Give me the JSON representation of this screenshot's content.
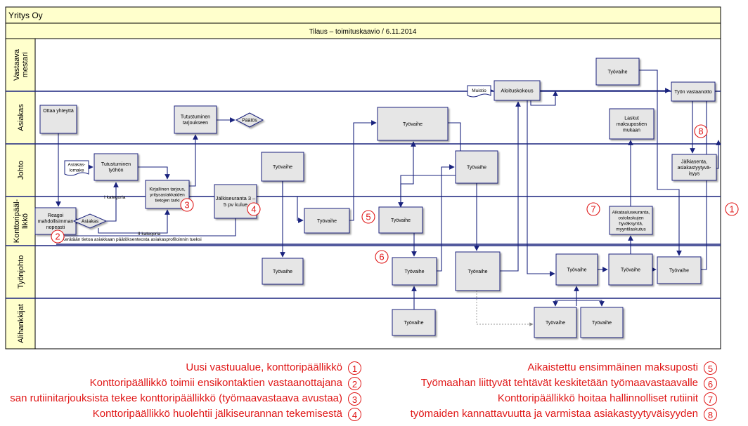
{
  "company": "Yritys Oy",
  "diagram_title": "Tilaus – toimituskaavio / 6.11.2014",
  "lanes": [
    {
      "id": "vastaava",
      "lines": [
        "Vastaava",
        "mestari"
      ]
    },
    {
      "id": "asiakas",
      "lines": [
        "Asiakas"
      ]
    },
    {
      "id": "johto",
      "lines": [
        "Johto"
      ]
    },
    {
      "id": "konttori",
      "lines": [
        "Konttoripääl-",
        "likkö"
      ]
    },
    {
      "id": "tyojohto",
      "lines": [
        "Työnjohto"
      ]
    },
    {
      "id": "alihankkijat",
      "lines": [
        "Alihankkijat"
      ]
    }
  ],
  "process_boxes": [
    {
      "id": "ottaa-yhteytta",
      "lines": [
        "Ottaa yhteyttä"
      ]
    },
    {
      "id": "tutustuminen-tyohon",
      "lines": [
        "Tutustuminen",
        "työhön"
      ]
    },
    {
      "id": "kirjallinen-tarjous",
      "lines": [
        "Kirjallinen tarjous,",
        "yritysasiakkaiden",
        "tietojen tarki"
      ]
    },
    {
      "id": "tutustuminen-tarjoukseen",
      "lines": [
        "Tutustuminen",
        "tarjoukseen"
      ]
    },
    {
      "id": "reagoi",
      "lines": [
        "Reagoi",
        "mahdollisimman",
        "nopeasti"
      ]
    },
    {
      "id": "jalkiseuranta",
      "lines": [
        "Jälkiseuranta 3 –",
        "5 pv kulue"
      ]
    },
    {
      "id": "tyovaihe-johto-1",
      "lines": [
        "Työvaihe"
      ]
    },
    {
      "id": "tyovaihe-tyojohto-1",
      "lines": [
        "Työvaihe"
      ]
    },
    {
      "id": "tyovaihe-konttori-1",
      "lines": [
        "Työvaihe"
      ]
    },
    {
      "id": "tyovaihe-asiakas-1",
      "lines": [
        "Työvaihe"
      ]
    },
    {
      "id": "tyovaihe-konttori-2",
      "lines": [
        "Työvaihe"
      ]
    },
    {
      "id": "tyovaihe-johto-2",
      "lines": [
        "Työvaihe"
      ]
    },
    {
      "id": "tyovaihe-tyojohto-2",
      "lines": [
        "Työvaihe"
      ]
    },
    {
      "id": "tyovaihe-alihank-1",
      "lines": [
        "Työvaihe"
      ]
    },
    {
      "id": "tyovaihe-tyojohto-3",
      "lines": [
        "Työvaihe"
      ]
    },
    {
      "id": "aloituskokous",
      "lines": [
        "Aloituskokous"
      ]
    },
    {
      "id": "tyovaihe-vastaava-1",
      "lines": [
        "Työvaihe"
      ]
    },
    {
      "id": "tyovaihe-tyojohto-4",
      "lines": [
        "Työvaihe"
      ]
    },
    {
      "id": "tyovaihe-alihank-2",
      "lines": [
        "Työvaihe"
      ]
    },
    {
      "id": "tyovaihe-alihank-3",
      "lines": [
        "Työvaihe"
      ]
    },
    {
      "id": "tyovaihe-tyojohto-5",
      "lines": [
        "Työvaihe"
      ]
    },
    {
      "id": "aikatauluseuranta",
      "lines": [
        "Aikatauluseuranta,",
        "ostolaskujen",
        "hyväksyntä,",
        "myyntilaskutus"
      ]
    },
    {
      "id": "laskut",
      "lines": [
        "Laskut",
        "maksupostien",
        "mukaan"
      ]
    },
    {
      "id": "tyovaihe-tyojohto-6",
      "lines": [
        "Työvaihe"
      ]
    },
    {
      "id": "tyon-vastaanotto",
      "lines": [
        "Työn vastaanotto"
      ]
    },
    {
      "id": "jalkiasenta",
      "lines": [
        "Jälkiasenta,",
        "asiakastyytyvä-",
        "isyys"
      ]
    }
  ],
  "decisions": [
    {
      "id": "paatos",
      "label": "Päätös"
    },
    {
      "id": "asiakas-decision",
      "label": "Asiakas"
    }
  ],
  "documents": [
    {
      "id": "asiakaslomake",
      "lines": [
        "Asiakas-",
        "lomake"
      ]
    },
    {
      "id": "muistio",
      "lines": [
        "Muistio"
      ]
    }
  ],
  "edge_labels": {
    "i_kategoria": "I kategoria",
    "ii_kategoria": "II kategoria",
    "kerataan": "Kerätään tietoa asiakkaan päätöksenteosta asiakasprofiloinnin tueksi"
  },
  "markers": [
    "1",
    "2",
    "3",
    "4",
    "5",
    "6",
    "7",
    "8"
  ],
  "legend": [
    {
      "num": "1",
      "text": "Uusi vastuualue, konttoripäällikkö"
    },
    {
      "num": "2",
      "text": "Konttoripäällikkö toimii ensikontaktien vastaanottajana"
    },
    {
      "num": "3",
      "text": "san rutiinitarjouksista tekee konttoripäällikkö (työmaavastaava avustaa)"
    },
    {
      "num": "4",
      "text": "Konttoripäällikkö huolehtii jälkiseurannan tekemisestä"
    },
    {
      "num": "5",
      "text": "Aikaistettu ensimmäinen maksuposti"
    },
    {
      "num": "6",
      "text": "Työmaahan liittyvät tehtävät keskitetään työmaavastaavalle"
    },
    {
      "num": "7",
      "text": "Konttoripäällikkö hoitaa hallinnolliset rutiinit"
    },
    {
      "num": "8",
      "text": "työmaiden kannattavuutta ja varmistaa asiakastyytyväisyyden"
    }
  ],
  "colors": {
    "header_fill": "#ffffcc",
    "lane_label_fill": "#ffffcc",
    "box_fill": "#e6e6e6",
    "border": "#000000",
    "line": "#1a237e",
    "marker": "#e01818"
  }
}
